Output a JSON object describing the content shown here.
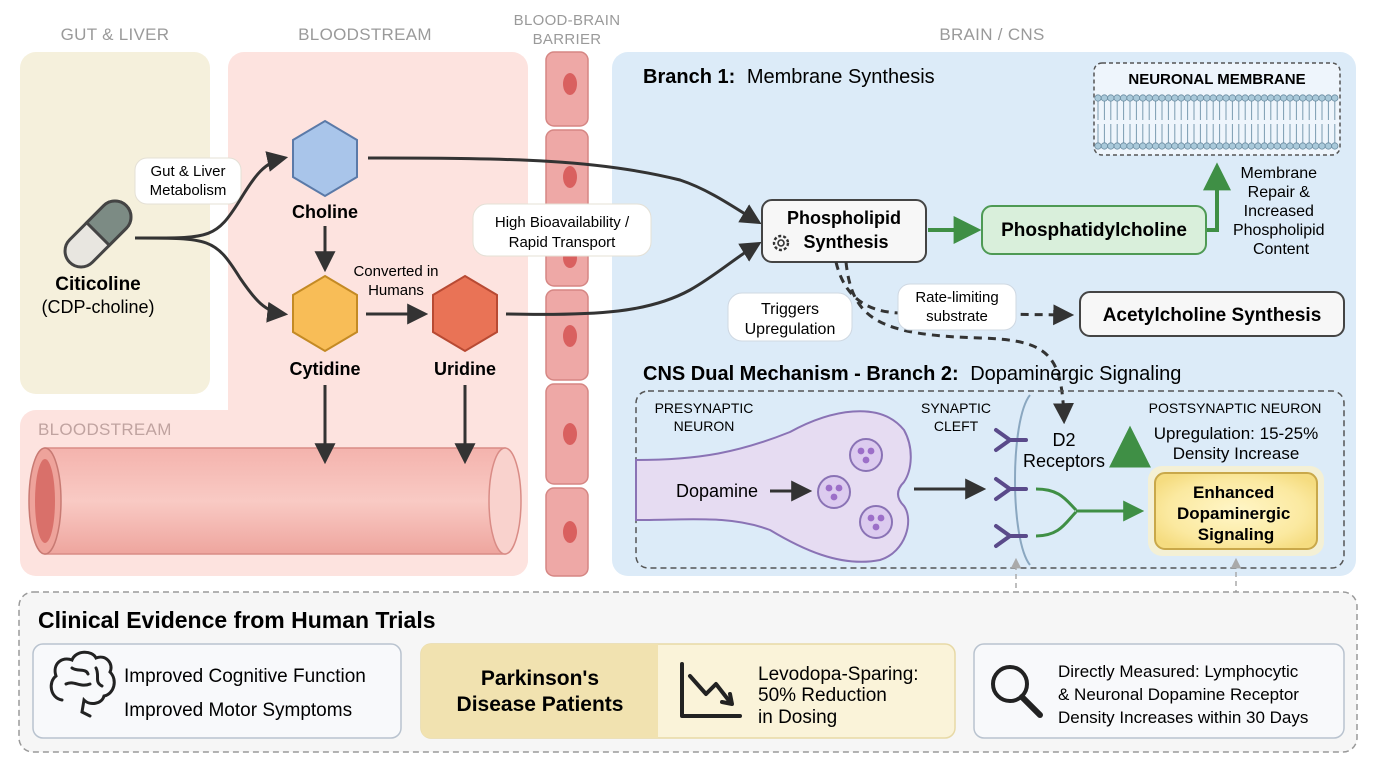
{
  "zones": {
    "gut_liver": "GUT & LIVER",
    "bloodstream": "BLOODSTREAM",
    "bbb_line1": "BLOOD-BRAIN",
    "bbb_line2": "BARRIER",
    "brain": "BRAIN / CNS",
    "bloodstream_lower": "BLOODSTREAM"
  },
  "citicoline": {
    "name": "Citicoline",
    "alias": "(CDP-choline)"
  },
  "gut_metabolism": {
    "line1": "Gut & Liver",
    "line2": "Metabolism"
  },
  "molecules": {
    "choline": "Choline",
    "cytidine": "Cytidine",
    "uridine": "Uridine",
    "converted_line1": "Converted in",
    "converted_line2": "Humans"
  },
  "transport": {
    "line1": "High Bioavailability /",
    "line2": "Rapid Transport"
  },
  "branch1": {
    "title_bold": "Branch 1:",
    "title_rest": "Membrane Synthesis",
    "phospholipid_line1": "Phospholipid",
    "phospholipid_line2": "Synthesis",
    "phosphatidylcholine": "Phosphatidylcholine",
    "membrane_label": "NEURONAL MEMBRANE",
    "repair_lines": [
      "Membrane",
      "Repair &",
      "Increased",
      "Phospholipid",
      "Content"
    ],
    "rate_line1": "Rate-limiting",
    "rate_line2": "substrate",
    "acetylcholine": "Acetylcholine Synthesis",
    "triggers_line1": "Triggers",
    "triggers_line2": "Upregulation"
  },
  "branch2": {
    "title_bold": "CNS Dual Mechanism - Branch 2:",
    "title_rest": "Dopaminergic Signaling",
    "presynaptic_line1": "PRESYNAPTIC",
    "presynaptic_line2": "NEURON",
    "cleft_line1": "SYNAPTIC",
    "cleft_line2": "CLEFT",
    "postsynaptic": "POSTSYNAPTIC NEURON",
    "dopamine": "Dopamine",
    "d2_line1": "D2",
    "d2_line2": "Receptors",
    "upreg_line1": "Upregulation: 15-25%",
    "upreg_line2": "Density Increase",
    "enhanced_lines": [
      "Enhanced",
      "Dopaminergic",
      "Signaling"
    ]
  },
  "clinical": {
    "title": "Clinical Evidence from Human Trials",
    "cognitive": "Improved Cognitive Function",
    "motor": "Improved Motor Symptoms",
    "parkinsons_line1": "Parkinson's",
    "parkinsons_line2": "Disease Patients",
    "levodopa_lines": [
      "Levodopa-Sparing:",
      "50% Reduction",
      "in Dosing"
    ],
    "measured_lines": [
      "Directly Measured: Lymphocytic",
      "& Neuronal Dopamine Receptor",
      "Density Increases within 30 Days"
    ]
  },
  "colors": {
    "gut_bg": "#f5f0dc",
    "blood_bg": "#fde3df",
    "brain_bg": "#dcebf8",
    "choline": "#a9c5ea",
    "cytidine": "#f8bd57",
    "uridine": "#e97356",
    "green": "#3f8f45",
    "vesicle": "#c4a3db"
  }
}
